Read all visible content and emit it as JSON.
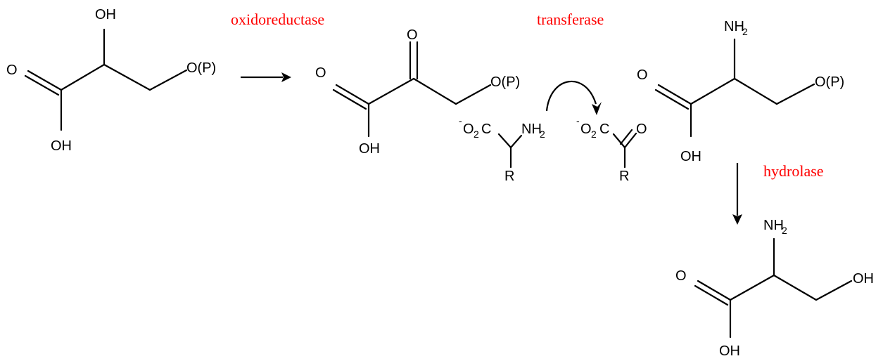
{
  "colors": {
    "enzyme_label": "#ff0000",
    "structure": "#000000"
  },
  "enzymes": {
    "oxidoreductase": "oxidoreductase",
    "transferase": "transferase",
    "hydrolase": "hydrolase"
  },
  "atoms": {
    "oh": "OH",
    "o": "O",
    "op": "O(P)",
    "nh": "NH",
    "two": "2",
    "minus": "-",
    "c": "C",
    "r": "R"
  }
}
